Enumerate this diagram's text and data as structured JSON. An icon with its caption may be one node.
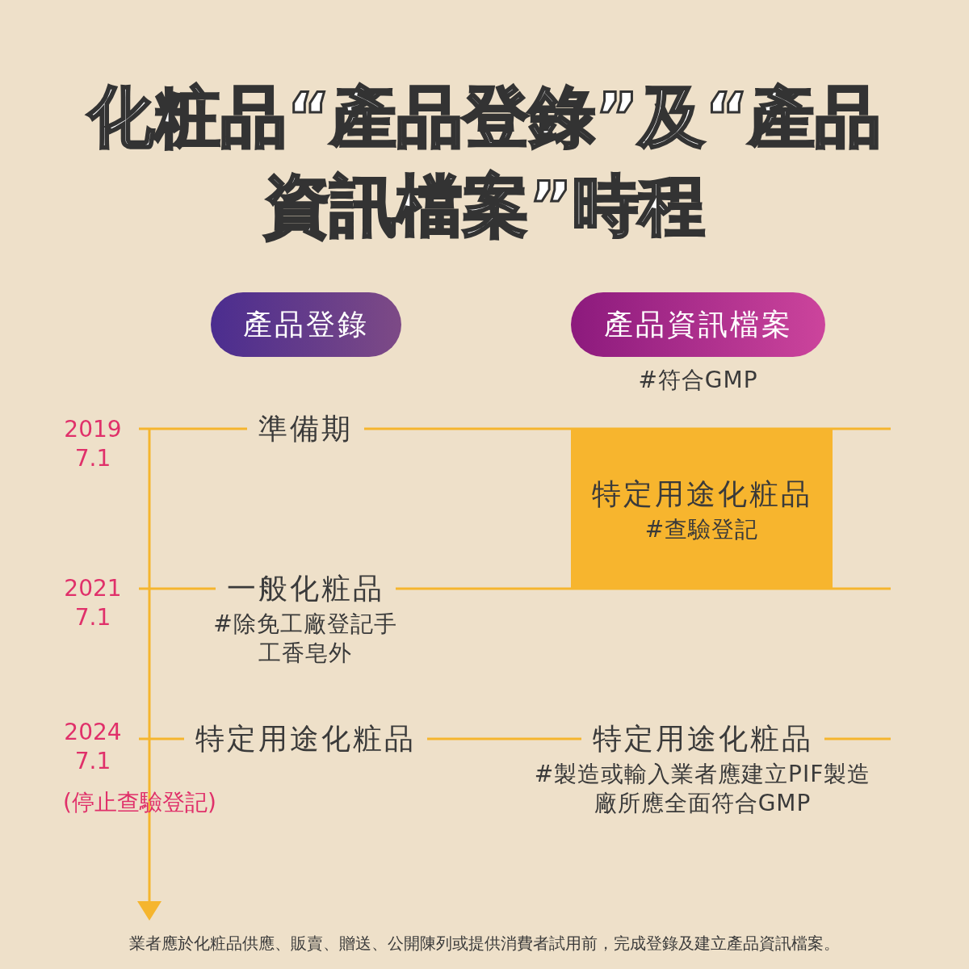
{
  "diagram": {
    "title": "化粧品“產品登錄”及“產品資訊檔案”時程",
    "caption": "業者應於化粧品供應、販賣、贈送、公開陳列或提供消費者試用前，完成登錄及建立產品資訊檔案。",
    "nodes": [
      {
        "text": [
          "產品登錄"
        ]
      },
      {
        "text": [
          "產品資訊檔案"
        ],
        "beside": [
          "#符合GMP"
        ]
      },
      {
        "text": [
          "準備期"
        ]
      },
      {
        "text": [
          "特定用途化粧品",
          "#查驗登記"
        ]
      },
      {
        "text": [
          "一般化粧品",
          "#除免工廠登記手工香皂外"
        ]
      },
      {
        "text": [
          "特定用途化粧品"
        ]
      },
      {
        "text": [
          "特定用途化粧品",
          "#製造或輸入業者應建立PIF製造廠所應全面符合GMP"
        ]
      }
    ],
    "labels": [
      "2019 7.1",
      "2021 7.1",
      "2024 7.1",
      "(停止查驗登記)"
    ]
  }
}
